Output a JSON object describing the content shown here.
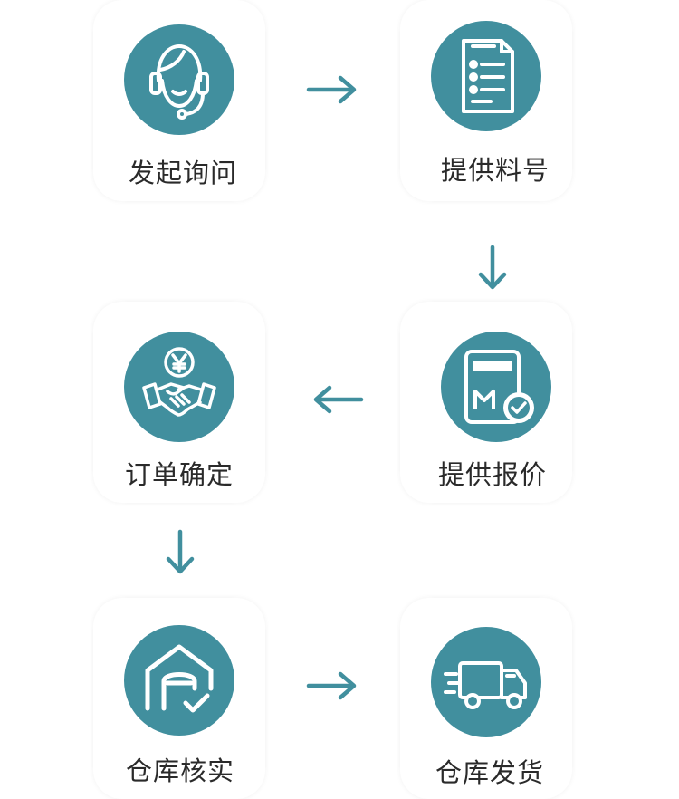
{
  "colors": {
    "accent": "#418f9e",
    "text": "#2a2a2a",
    "background": "#ffffff"
  },
  "steps": [
    {
      "label": "发起询问",
      "icon": "headset-agent-icon"
    },
    {
      "label": "提供料号",
      "icon": "checklist-document-icon"
    },
    {
      "label": "提供报价",
      "icon": "quote-calculator-check-icon"
    },
    {
      "label": "订单确定",
      "icon": "handshake-yen-icon"
    },
    {
      "label": "仓库核实",
      "icon": "warehouse-check-icon"
    },
    {
      "label": "仓库发货",
      "icon": "delivery-truck-icon"
    }
  ]
}
